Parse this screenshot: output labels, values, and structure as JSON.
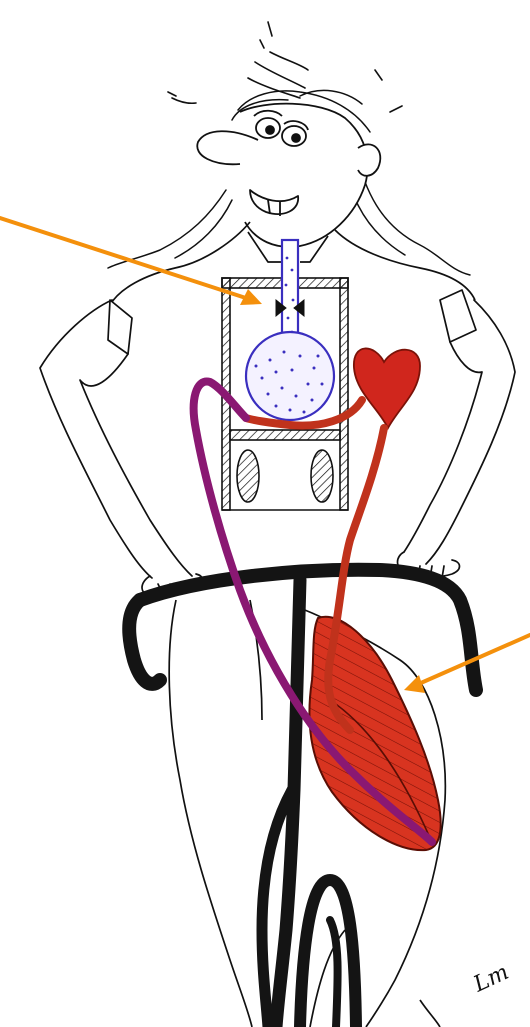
{
  "figure": {
    "signature": "Lm",
    "colors": {
      "ink": "#111111",
      "arrow": "#f4900c",
      "lungs": "#3a2fbf",
      "heart": "#d0261d",
      "artery": "#c0321c",
      "vein": "#8a1872",
      "muscle": "#d83420",
      "handlebar": "#141414"
    },
    "arrows": [
      {
        "id": "arrow-to-lungs",
        "points_to": "lungs-flask"
      },
      {
        "id": "arrow-to-muscle",
        "points_to": "thigh-muscle"
      }
    ]
  }
}
